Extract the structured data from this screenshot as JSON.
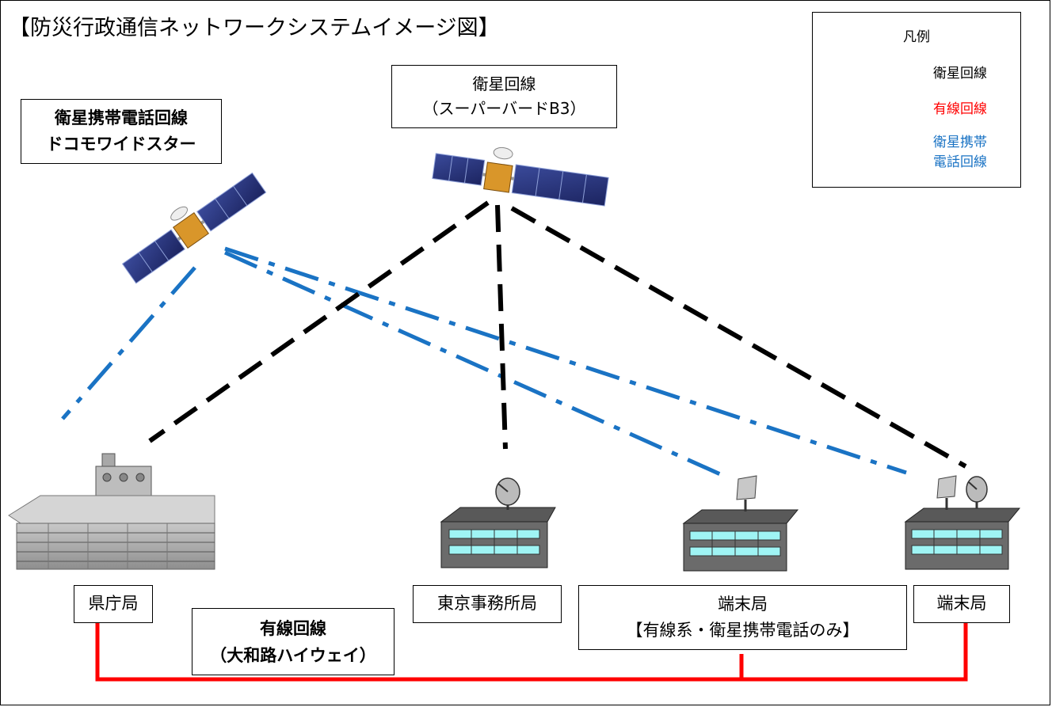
{
  "title": "【防災行政通信ネットワークシステムイメージ図】",
  "legend": {
    "title": "凡例",
    "items": [
      {
        "label": [
          "衛星回線"
        ],
        "color": "#000000",
        "style": "dashed"
      },
      {
        "label": [
          "有線回線"
        ],
        "color": "#ff0000",
        "style": "solid"
      },
      {
        "label": [
          "衛星携帯",
          "電話回線"
        ],
        "color": "#1a73c4",
        "style": "dash-dot"
      }
    ]
  },
  "labels": {
    "satellite_phone": [
      "衛星携帯電話回線",
      "ドコモワイドスター"
    ],
    "satellite_line": [
      "衛星回線",
      "（スーパーバードB3）"
    ],
    "wired_line": [
      "有線回線",
      "（大和路ハイウェイ）"
    ],
    "prefecture": "県庁局",
    "tokyo": "東京事務所局",
    "terminal_a": [
      "端末局",
      "【有線系・衛星携帯電話のみ】"
    ],
    "terminal_b": "端末局"
  },
  "colors": {
    "satellite": "#000000",
    "wired": "#ff0000",
    "satphone": "#1a73c4"
  },
  "icons": [
    "satellite-icon",
    "prefectural-office-building-icon",
    "office-building-icon",
    "parabolic-antenna-icon",
    "flat-panel-antenna-icon"
  ]
}
